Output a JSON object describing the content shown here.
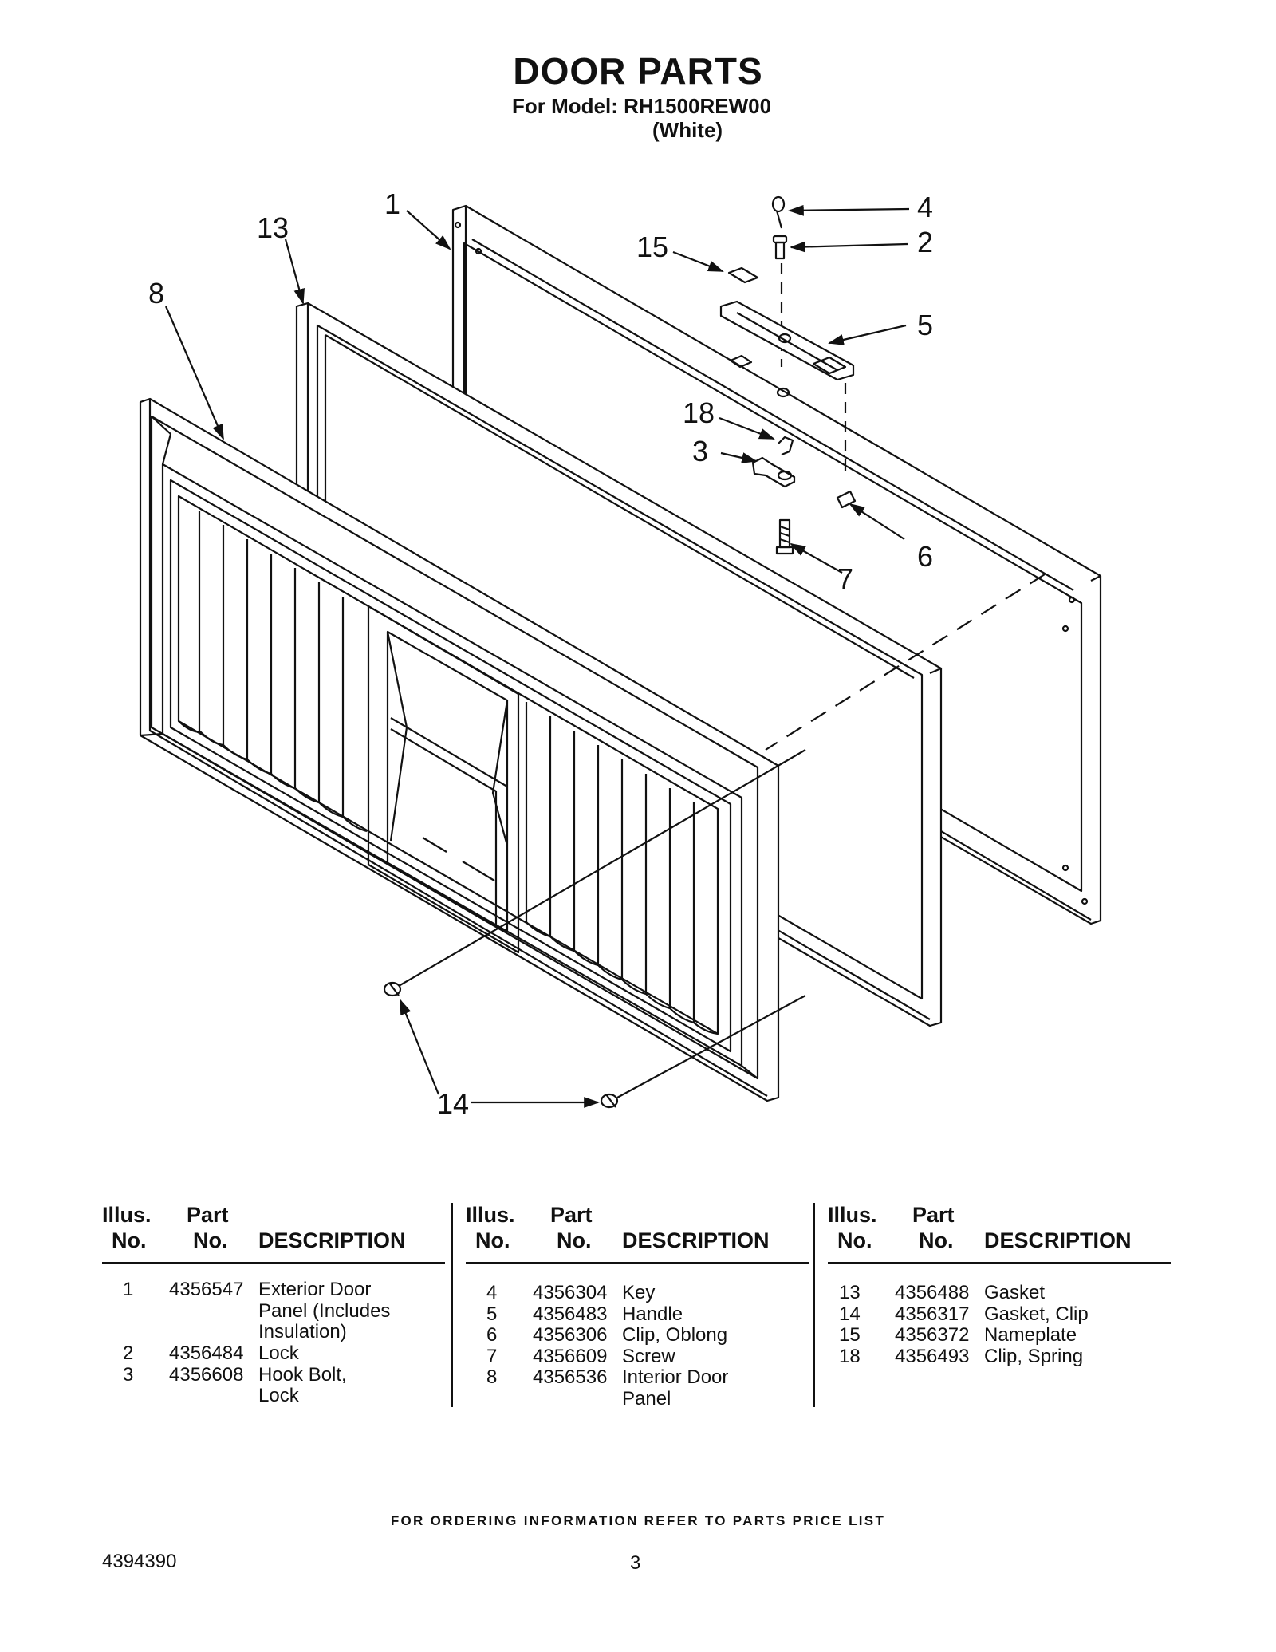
{
  "header": {
    "title": "DOOR PARTS",
    "model": "For Model: RH1500REW00",
    "color": "(White)"
  },
  "diagram": {
    "callouts": [
      "1",
      "13",
      "8",
      "15",
      "4",
      "2",
      "5",
      "18",
      "3",
      "6",
      "7",
      "14"
    ]
  },
  "table": {
    "headers": {
      "illus_1": "Illus.",
      "illus_2": "No.",
      "part_1": "Part",
      "part_2": "No.",
      "description": "DESCRIPTION"
    },
    "columns": [
      {
        "rows": [
          {
            "illus": "1",
            "part": "4356547",
            "desc": [
              "Exterior Door",
              "Panel (Includes",
              "Insulation)"
            ]
          },
          {
            "illus": "2",
            "part": "4356484",
            "desc": [
              "Lock"
            ]
          },
          {
            "illus": "3",
            "part": "4356608",
            "desc": [
              "Hook Bolt,",
              "Lock"
            ]
          }
        ]
      },
      {
        "rows": [
          {
            "illus": "4",
            "part": "4356304",
            "desc": [
              "Key"
            ]
          },
          {
            "illus": "5",
            "part": "4356483",
            "desc": [
              "Handle"
            ]
          },
          {
            "illus": "6",
            "part": "4356306",
            "desc": [
              "Clip, Oblong"
            ]
          },
          {
            "illus": "7",
            "part": "4356609",
            "desc": [
              "Screw"
            ]
          },
          {
            "illus": "8",
            "part": "4356536",
            "desc": [
              "Interior Door",
              "Panel"
            ]
          }
        ]
      },
      {
        "rows": [
          {
            "illus": "13",
            "part": "4356488",
            "desc": [
              "Gasket"
            ]
          },
          {
            "illus": "14",
            "part": "4356317",
            "desc": [
              "Gasket, Clip"
            ]
          },
          {
            "illus": "15",
            "part": "4356372",
            "desc": [
              "Nameplate"
            ]
          },
          {
            "illus": "18",
            "part": "4356493",
            "desc": [
              "Clip, Spring"
            ]
          }
        ]
      }
    ]
  },
  "footer": {
    "ordering_note": "FOR ORDERING INFORMATION REFER TO PARTS PRICE LIST",
    "doc_number": "4394390",
    "page_number": "3"
  }
}
